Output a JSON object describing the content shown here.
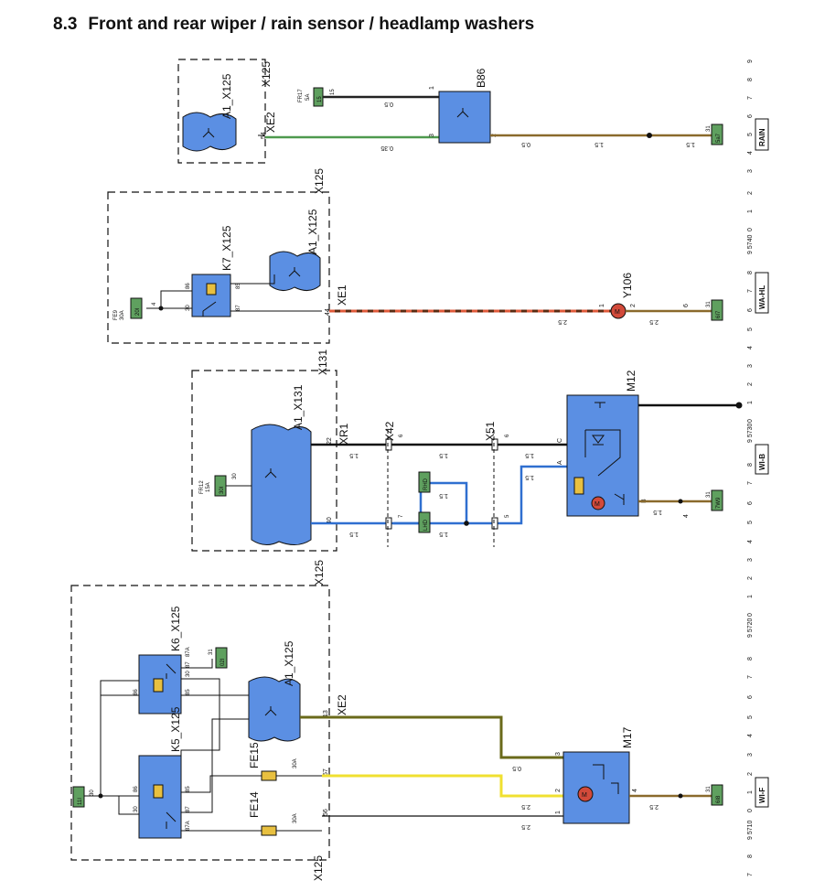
{
  "title": {
    "number": "8.3",
    "text": "Front and rear wiper / rain sensor / headlamp washers"
  },
  "colors": {
    "module_blue": "#5b8fe3",
    "relay_yellow": "#e8c040",
    "motor_red": "#d24a3a",
    "ground_label_green": "#5fa05f",
    "wire_green": "#4e9a4e",
    "wire_brown": "#8a6a2c",
    "wire_black": "#111111",
    "wire_blue": "#2f6fd0",
    "wire_yellow": "#f0e030",
    "wire_olive": "#6a6a1a",
    "wire_red_dash": "#e05a3a"
  },
  "groups": {
    "rain": {
      "connector": "X125",
      "module": "A1_X125",
      "xe": "XE2",
      "pin": "54",
      "fuse": {
        "name": "FR17",
        "rating": "5A",
        "label": "15",
        "pin": "15"
      },
      "sensor": {
        "name": "B86",
        "pins": [
          "1",
          "2",
          "3"
        ]
      },
      "wires": [
        "0.5",
        "0.35",
        "0.5",
        "1.5",
        "1.5"
      ],
      "ground": {
        "label": "31",
        "id": "5a7"
      },
      "tag": "RAIN"
    },
    "wahl": {
      "connector": "X125",
      "module": "A1_X125",
      "relay": "K7_X125",
      "xe": "XE1",
      "pin": "44",
      "fuse": {
        "name": "FE9",
        "rating": "30A",
        "label": "20I"
      },
      "relay_pins": [
        "86",
        "85",
        "30",
        "87"
      ],
      "fuse_pin": "4",
      "motor": {
        "name": "Y106",
        "pins": [
          "1",
          "2"
        ]
      },
      "wires": [
        "2.5",
        "2.5"
      ],
      "ground": {
        "label": "31",
        "id": "6I7",
        "pin": "6"
      },
      "tag": "WA-HL"
    },
    "wib": {
      "connector": "X131",
      "module": "A1_X131",
      "xr": "XR1",
      "pins": [
        "22",
        "40"
      ],
      "fuse": {
        "name": "FR12",
        "rating": "15A",
        "label": "30I",
        "pin": "30"
      },
      "connectors": [
        "X42",
        "X51"
      ],
      "conn_pins": [
        "6",
        "7",
        "6",
        "5"
      ],
      "side_labels": [
        "RHD",
        "LHD"
      ],
      "motor": {
        "name": "M12",
        "pins": [
          "C",
          "A",
          "B"
        ]
      },
      "wires": [
        "1.5",
        "1.5",
        "1.5",
        "1.5",
        "1.5",
        "1.5",
        "1.5",
        "1.5"
      ],
      "ground": {
        "label": "31",
        "id": "7W9",
        "wire": "1.5",
        "pin": "4"
      },
      "tag": "WI-B"
    },
    "wif": {
      "connector": "X125",
      "module": "A1_X125",
      "relays": [
        "K6_X125",
        "K5_X125"
      ],
      "xe": "XE2",
      "relay_pins": [
        "87",
        "87A",
        "86",
        "85",
        "30",
        "86",
        "85",
        "30",
        "87",
        "87A"
      ],
      "fuses": [
        {
          "name": "FE15",
          "rating": "30A"
        },
        {
          "name": "FE14",
          "rating": "30A"
        }
      ],
      "pins": [
        "13",
        "57",
        "56"
      ],
      "feed": {
        "label": "30",
        "id": "11I"
      },
      "k6_out": {
        "label": "31",
        "id": "02I"
      },
      "motor": {
        "name": "M17",
        "pins": [
          "3",
          "2",
          "1",
          "4"
        ]
      },
      "wires": [
        "0.5",
        "2.5",
        "2.5",
        "2.5"
      ],
      "ground": {
        "label": "31",
        "id": "6I8"
      },
      "tag": "WI-F",
      "bottom_connector": "X125"
    }
  },
  "ruler": {
    "rain_digits": [
      "9",
      "8",
      "7",
      "6",
      "5",
      "4",
      "3",
      "2",
      "1",
      "0"
    ],
    "wahl_digits": [
      "9 5740",
      "8",
      "7",
      "6",
      "5",
      "4",
      "3",
      "2",
      "1",
      "0"
    ],
    "wib_digits": [
      "9 5730",
      "8",
      "7",
      "6",
      "5",
      "4",
      "3",
      "2",
      "1",
      "0"
    ],
    "wif_digits": [
      "9 5720",
      "8",
      "7",
      "6",
      "5",
      "4",
      "3",
      "2",
      "1",
      "0"
    ],
    "wif2_digits": [
      "9 5710",
      "8",
      "7"
    ]
  }
}
